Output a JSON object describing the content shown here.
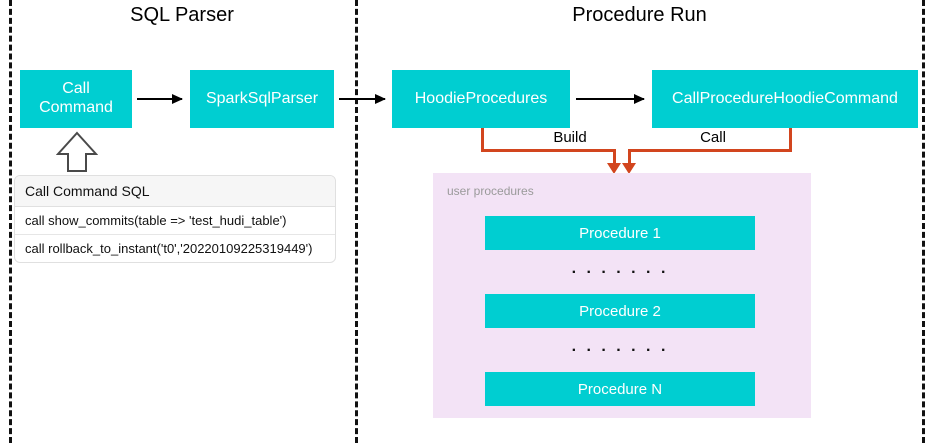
{
  "sections": [
    {
      "id": "sql-parser",
      "title": "SQL Parser"
    },
    {
      "id": "procedure-run",
      "title": "Procedure Run"
    }
  ],
  "boxes": {
    "call_command": "Call\nCommand",
    "call_command_line1": "Call",
    "call_command_line2": "Command",
    "spark_sql_parser": "SparkSqlParser",
    "hoodie_procedures": "HoodieProcedures",
    "call_procedure_hoodie_command": "CallProcedureHoodieCommand"
  },
  "sql_panel": {
    "header": "Call Command SQL",
    "rows": [
      "call show_commits(table => 'test_hudi_table')",
      "call rollback_to_instant('t0','20220109225319449')"
    ]
  },
  "connectors": {
    "build_label": "Build",
    "call_label": "Call"
  },
  "procedures_panel": {
    "label": "user procedures",
    "items": [
      {
        "name": "Procedure 1"
      },
      {
        "name": "Procedure 2"
      },
      {
        "name": "Procedure N"
      }
    ],
    "ellipsis": ". . . . . . ."
  },
  "colors": {
    "teal": "#00CED1",
    "panel_purple": "#F3E3F6",
    "connector_orange": "#D2451E",
    "divider_black": "#111111",
    "text_white": "#FFFFFF",
    "muted_gray": "#9A9A9A"
  }
}
